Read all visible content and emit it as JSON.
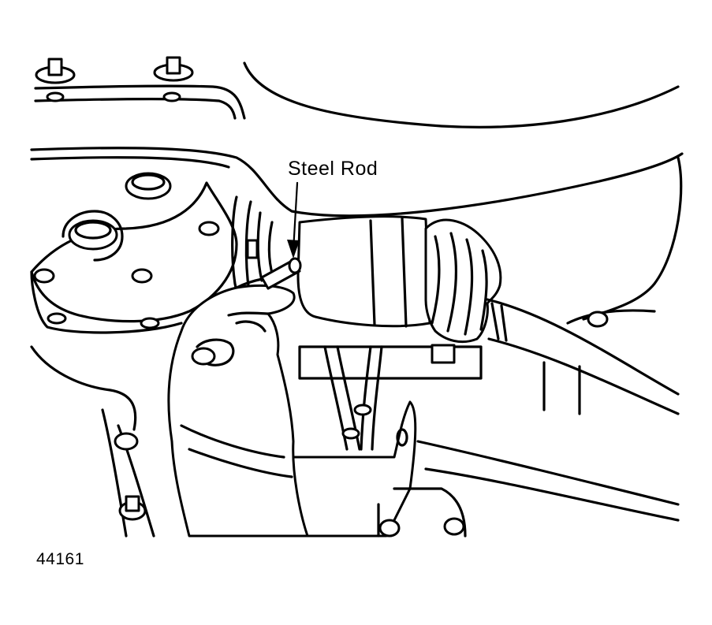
{
  "figure": {
    "callout_label": "Steel Rod",
    "figure_number": "44161"
  },
  "icons": {
    "illustration": "axle-shaft-steel-rod-illustration",
    "arrow": "callout-arrow-icon"
  },
  "colors": {
    "ink": "#000000",
    "paper": "#ffffff"
  }
}
